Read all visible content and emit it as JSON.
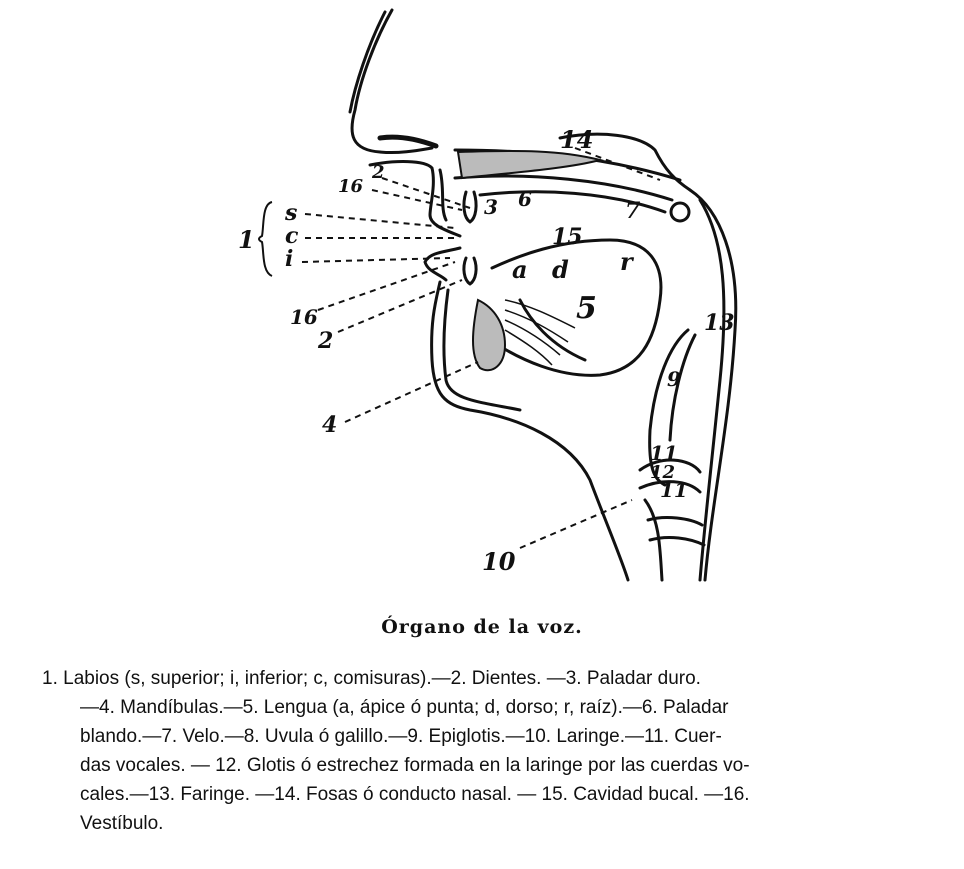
{
  "diagram": {
    "labels": {
      "l1": "1",
      "s": "s",
      "c": "c",
      "i": "i",
      "l2": "2",
      "l2b": "2",
      "l3": "3",
      "l4": "4",
      "l5": "5",
      "l6": "6",
      "l7": "7",
      "l9": "9",
      "l10": "10",
      "l11a": "11",
      "l11b": "11",
      "l12": "12",
      "l13": "13",
      "l14": "14",
      "l15": "15",
      "l16a": "16",
      "l16b": "16",
      "a": "a",
      "d": "d",
      "r": "r"
    }
  },
  "caption": {
    "title": "Órgano de la voz.",
    "legend_lines": [
      "1. Labios (s, superior; i, inferior; c, comisuras).—2. Dientes. —3. Paladar duro.",
      "—4. Mandíbulas.—5. Lengua (a, ápice ó punta; d, dorso; r, raíz).—6. Paladar",
      "blando.—7. Velo.—8. Uvula ó galillo.—9. Epiglotis.—10. Laringe.—11. Cuer-",
      "das vocales. — 12. Glotis ó estrechez formada en la laringe por las cuerdas vo-",
      "cales.—13. Faringe. —14. Fosas ó conducto nasal. — 15. Cavidad bucal. —16.",
      "Vestíbulo."
    ]
  }
}
